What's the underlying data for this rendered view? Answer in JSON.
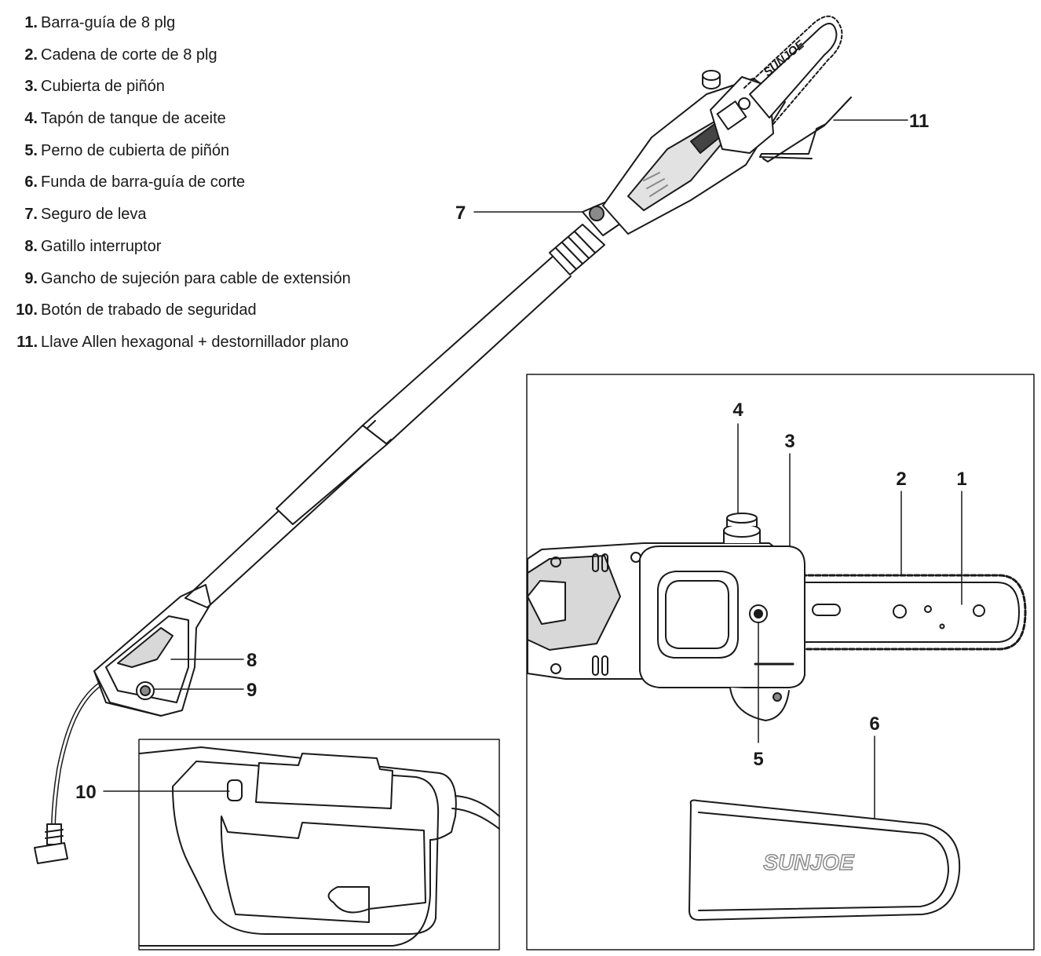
{
  "legend": [
    {
      "num": "1.",
      "text": "Barra-guía de 8 plg"
    },
    {
      "num": "2.",
      "text": "Cadena de corte de 8 plg"
    },
    {
      "num": "3.",
      "text": "Cubierta de piñón"
    },
    {
      "num": "4.",
      "text": "Tapón de tanque de aceite"
    },
    {
      "num": "5.",
      "text": "Perno de cubierta de piñón"
    },
    {
      "num": "6.",
      "text": "Funda de barra-guía de corte"
    },
    {
      "num": "7.",
      "text": "Seguro de leva"
    },
    {
      "num": "8.",
      "text": "Gatillo interruptor"
    },
    {
      "num": "9.",
      "text": "Gancho de sujeción para cable de extensión"
    },
    {
      "num": "10.",
      "text": "Botón de trabado de seguridad"
    },
    {
      "num": "11.",
      "text": "Llave Allen hexagonal + destornillador plano"
    }
  ],
  "callouts": {
    "c1": "1",
    "c2": "2",
    "c3": "3",
    "c4": "4",
    "c5": "5",
    "c6": "6",
    "c7": "7",
    "c8": "8",
    "c9": "9",
    "c10": "10",
    "c11": "11"
  },
  "brand": "SUNJOE",
  "colors": {
    "line": "#1a1a1a",
    "shade": "#8a8a8a",
    "bg": "#ffffff"
  }
}
